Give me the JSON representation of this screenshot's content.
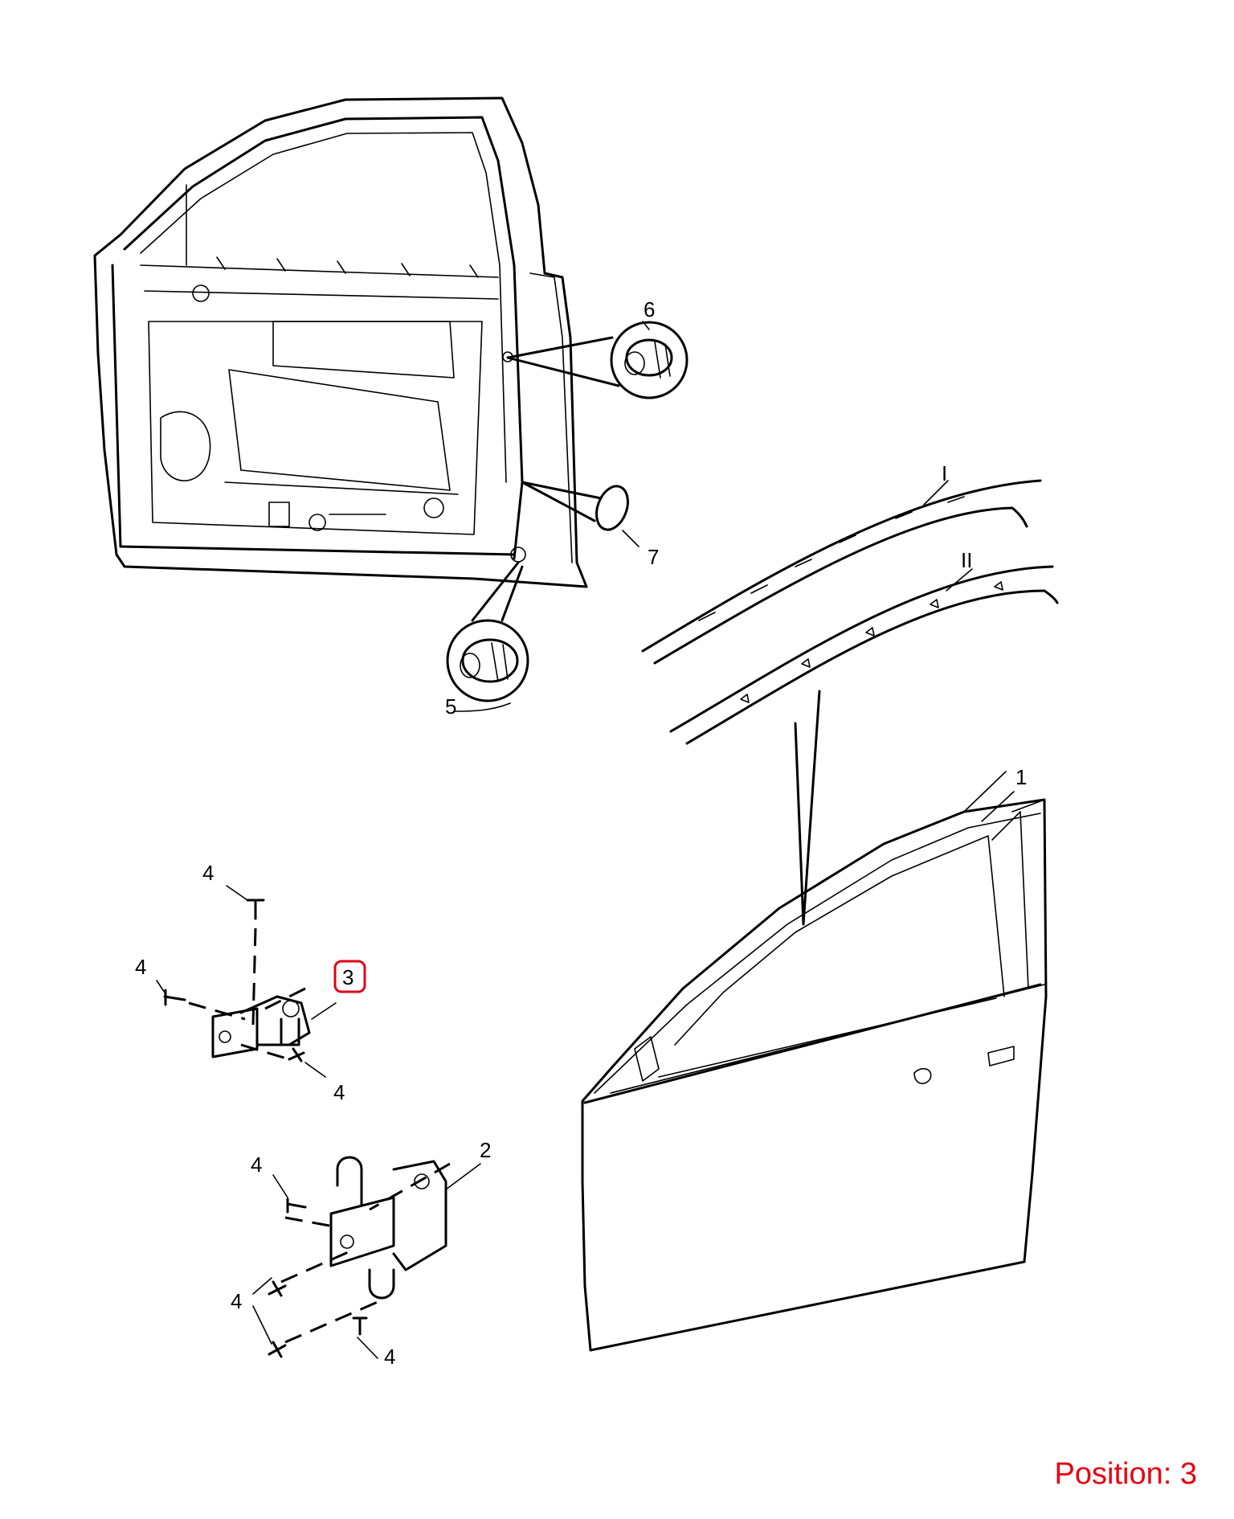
{
  "callouts": {
    "c1": "1",
    "c2": "2",
    "c3": "3",
    "c4a": "4",
    "c4b": "4",
    "c4c": "4",
    "c4d": "4",
    "c4e": "4",
    "c4f": "4",
    "c5": "5",
    "c6": "6",
    "c7": "7",
    "rI": "I",
    "rII": "II"
  },
  "position": "Position: 3",
  "colors": {
    "ink": "#000000",
    "highlight": "#e0001a",
    "caption": "#e8000f"
  }
}
